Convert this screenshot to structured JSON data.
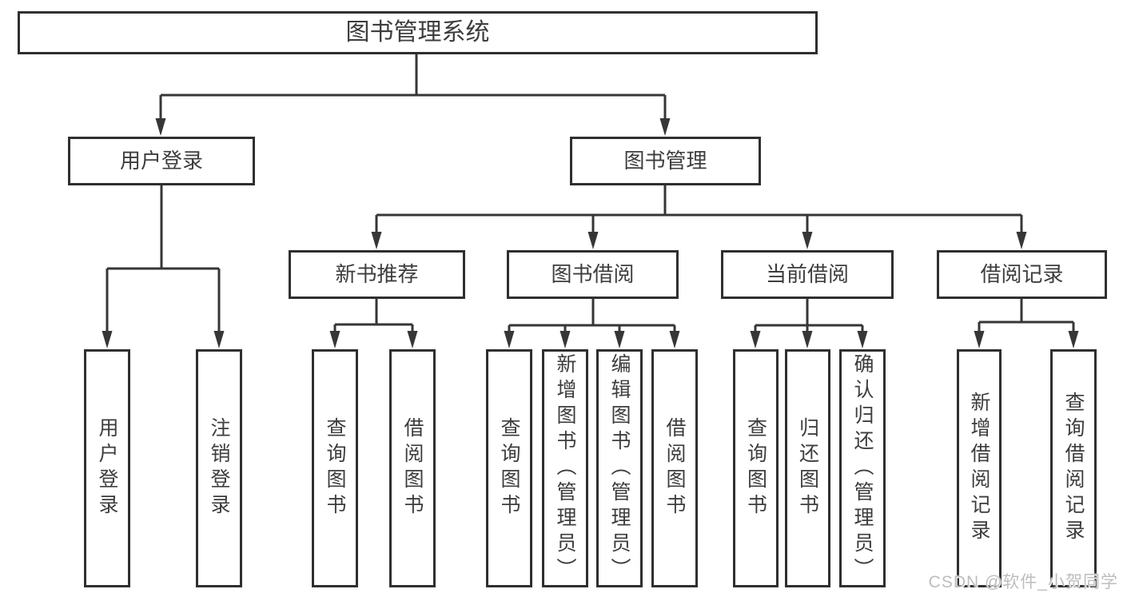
{
  "diagram": {
    "type": "hierarchy-tree",
    "title": "图书管理系统"
  },
  "nodes": {
    "root": {
      "label": "图书管理系统"
    },
    "user_login": {
      "label": "用户登录"
    },
    "book_mgmt": {
      "label": "图书管理"
    },
    "new_books": {
      "label": "新书推荐"
    },
    "book_borrow": {
      "label": "图书借阅"
    },
    "current_borrow": {
      "label": "当前借阅"
    },
    "borrow_records": {
      "label": "借阅记录"
    },
    "leaf_user_login": {
      "label": "用户登录"
    },
    "leaf_logout": {
      "label": "注销登录"
    },
    "leaf_nb_query": {
      "label": "查询图书"
    },
    "leaf_nb_borrow": {
      "label": "借阅图书"
    },
    "leaf_bb_query": {
      "label": "查询图书"
    },
    "leaf_bb_add": {
      "label": "新增图书（管理员）"
    },
    "leaf_bb_edit": {
      "label": "编辑图书（管理员）"
    },
    "leaf_bb_borrow": {
      "label": "借阅图书"
    },
    "leaf_cb_query": {
      "label": "查询图书"
    },
    "leaf_cb_return": {
      "label": "归还图书"
    },
    "leaf_cb_confirm": {
      "label": "确认归还（管理员）"
    },
    "leaf_br_add": {
      "label": "新增借阅记录"
    },
    "leaf_br_query": {
      "label": "查询借阅记录"
    }
  },
  "structure": {
    "图书管理系统": {
      "用户登录": [
        "用户登录",
        "注销登录"
      ],
      "图书管理": {
        "新书推荐": [
          "查询图书",
          "借阅图书"
        ],
        "图书借阅": [
          "查询图书",
          "新增图书（管理员）",
          "编辑图书（管理员）",
          "借阅图书"
        ],
        "当前借阅": [
          "查询图书",
          "归还图书",
          "确认归还（管理员）"
        ],
        "借阅记录": [
          "新增借阅记录",
          "查询借阅记录"
        ]
      }
    }
  },
  "watermark": {
    "text": "CSDN @软件_小贺同学"
  },
  "colors": {
    "line": "#363636",
    "border": "#2f2f2f",
    "text": "#3d3d3d",
    "background": "#ffffff",
    "watermark": "#bdbdbd"
  }
}
